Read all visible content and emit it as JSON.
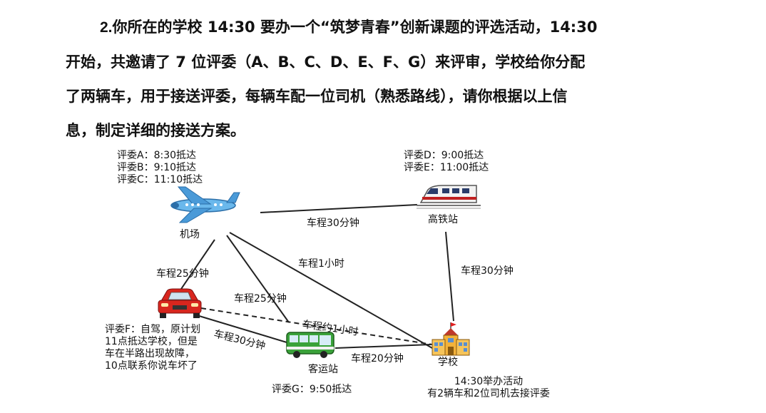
{
  "question": {
    "number": "2.",
    "lines": [
      "你所在的学校 14:30 要办一个“筑梦青春”创新课题的评选活动，14:30",
      "开始，共邀请了 7 位评委（A、B、C、D、E、F、G）来评审，学校给你分配",
      "了两辆车，用于接送评委，每辆车配一位司机（熟悉路线），请你根据以上信",
      "息，制定详细的接送方案。"
    ]
  },
  "diagram": {
    "airport": {
      "name": "机场",
      "icon": "airplane-icon",
      "notes": [
        "评委A：8:30抵达",
        "评委B：9:10抵达",
        "评委C：11:10抵达"
      ]
    },
    "station": {
      "name": "高铁站",
      "icon": "high-speed-train-icon",
      "notes": [
        "评委D：9:00抵达",
        "评委E：11:00抵达"
      ]
    },
    "car": {
      "icon": "red-car-icon",
      "notes": [
        "评委F：自驾，原计划",
        "11点抵达学校，但是",
        "车在半路出现故障，",
        "10点联系你说车坏了"
      ]
    },
    "bus_station": {
      "name": "客运站",
      "icon": "bus-icon",
      "notes": [
        "评委G：9:50抵达"
      ]
    },
    "school": {
      "name": "学校",
      "icon": "school-icon",
      "notes": [
        "14:30举办活动",
        "有2辆车和2位司机去接评委"
      ]
    },
    "routes": {
      "airport_station": "车程30分钟",
      "airport_school": "车程1小时",
      "airport_car": "车程25分钟",
      "airport_bus": "车程25分钟",
      "station_school": "车程30分钟",
      "car_school": "车程约1小时",
      "car_bus": "车程30分钟",
      "bus_school": "车程20分钟"
    },
    "colors": {
      "line": "#222222",
      "car_body": "#d8261e",
      "bus_body": "#3aa23a",
      "plane_body": "#5aaee6",
      "school_wall": "#f3b23a"
    }
  }
}
